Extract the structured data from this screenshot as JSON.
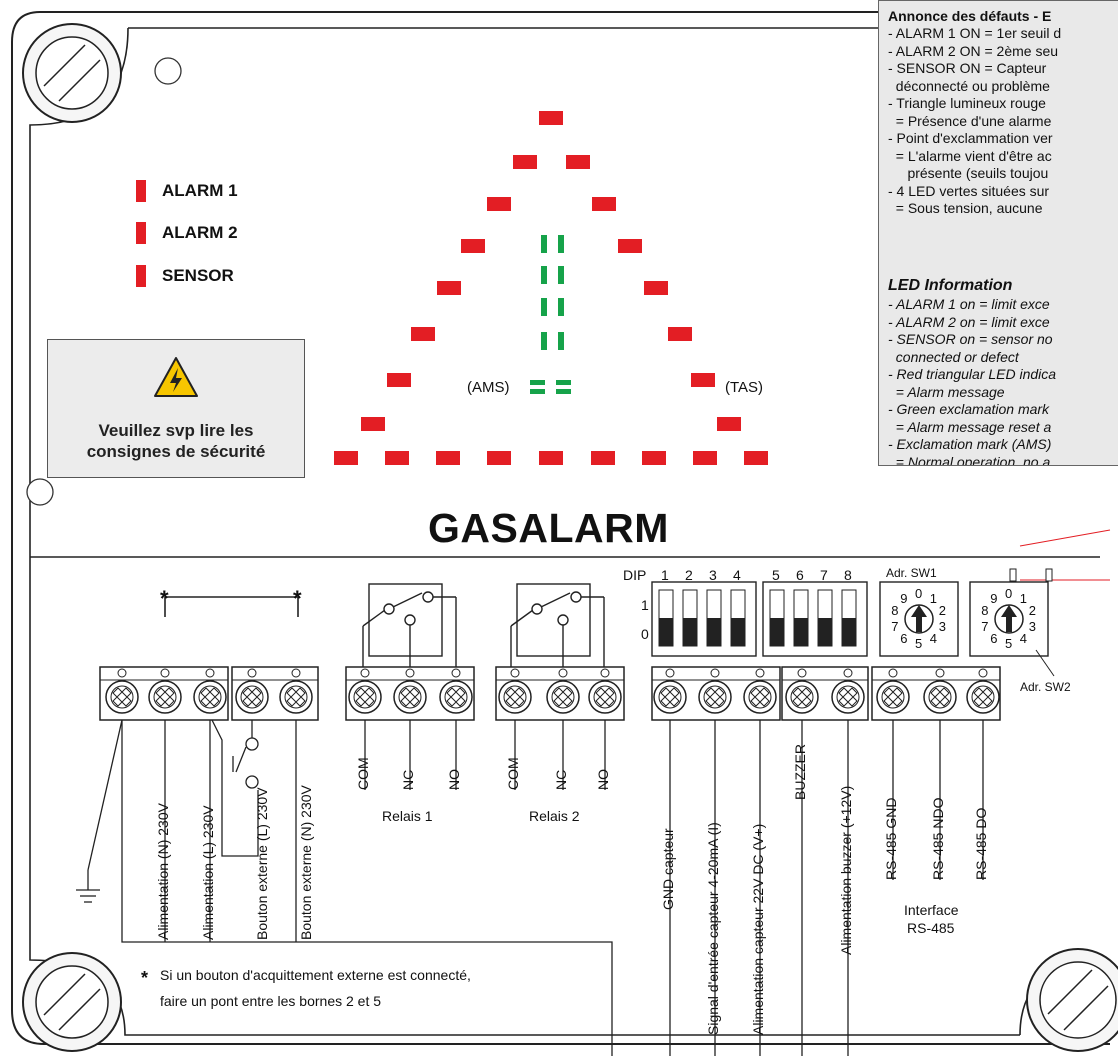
{
  "brand": "GASALARM",
  "leds": {
    "alarm1": "ALARM 1",
    "alarm2": "ALARM 2",
    "sensor": "SENSOR",
    "ams": "(AMS)",
    "tas": "(TAS)"
  },
  "warning": {
    "icon": "high-voltage-warning-icon",
    "line1": "Veuillez svp lire les",
    "line2": "consignes de sécurité"
  },
  "info_panel": {
    "title": "Annonce des défauts - E",
    "lines_fr": [
      "- ALARM 1 ON = 1er seuil d",
      "- ALARM 2 ON = 2ème seu",
      "- SENSOR ON = Capteur",
      "  déconnecté ou problème",
      "- Triangle lumineux rouge",
      "  = Présence d'une alarme",
      "- Point d'exclammation ver",
      "  = L'alarme vient d'être ac",
      "     présente (seuils toujou",
      "- 4 LED vertes situées sur",
      "  = Sous tension, aucune"
    ],
    "title_en": "LED Information",
    "lines_en": [
      "- ALARM 1 on = limit exce",
      "- ALARM 2 on = limit exce",
      "- SENSOR on = sensor no",
      "  connected or defect",
      "- Red triangular LED indica",
      "  = Alarm message",
      "- Green exclamation mark",
      "  = Alarm message reset a",
      "- Exclamation mark (AMS)",
      "  = Normal operation, no a"
    ]
  },
  "dip": {
    "label": "DIP",
    "numbers": [
      "1",
      "2",
      "3",
      "4",
      "5",
      "6",
      "7",
      "8"
    ],
    "row_on": "1",
    "row_off": "0"
  },
  "rotary": {
    "sw1": "Adr. SW1",
    "sw2": "Adr. SW2",
    "digits": [
      "0",
      "1",
      "2",
      "3",
      "4",
      "5",
      "6",
      "7",
      "8",
      "9"
    ]
  },
  "terminals": [
    "Alimentation (N) 230V",
    "Alimentation (L) 230V",
    "Bouton externe (L) 230V",
    "Bouton externe (N) 230V",
    "COM",
    "NC",
    "NO",
    "COM",
    "NC",
    "NO",
    "GND capteur",
    "Signal d'entrée capteur 4-20mA (I)",
    "Alimentation capteur 22V DC (V+)",
    "BUZZER",
    "Alimentation buzzer (+12V)",
    "RS-485 GND",
    "RS-485 NDO",
    "RS-485 DO"
  ],
  "groups": {
    "relay1": "Relais 1",
    "relay2": "Relais 2",
    "interface1": "Interface",
    "interface2": "RS-485"
  },
  "star": "*",
  "footnote": {
    "line1": "Si un bouton d'acquittement externe est connecté,",
    "line2": "faire un pont entre les bornes 2 et 5"
  },
  "colors": {
    "led_red": "#e31e24",
    "led_green": "#16a34a",
    "warning_yellow": "#f7c600"
  }
}
